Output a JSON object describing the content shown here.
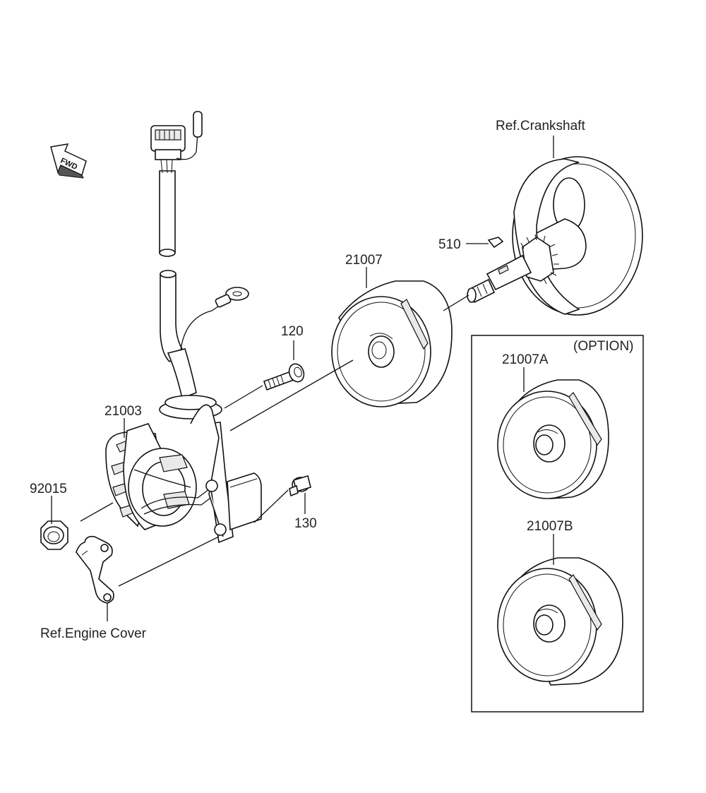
{
  "labels": {
    "ref_crankshaft": "Ref.Crankshaft",
    "p510": "510",
    "p21007": "21007",
    "p120": "120",
    "p21003": "21003",
    "p92015": "92015",
    "p130": "130",
    "ref_engine_cover": "Ref.Engine Cover",
    "option": "(OPTION)",
    "p21007a": "21007A",
    "p21007b": "21007B",
    "fwd": "FWD"
  }
}
